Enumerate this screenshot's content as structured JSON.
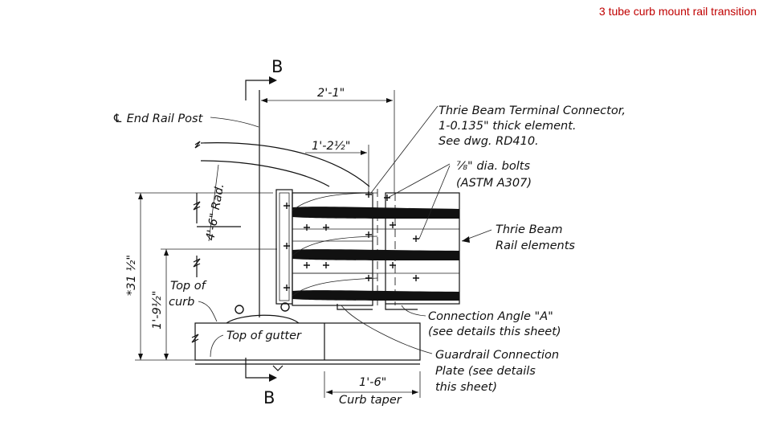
{
  "slide": {
    "title": "3 tube curb mount rail transition"
  },
  "diagram": {
    "section_markers": {
      "top": "B",
      "bottom": "B"
    },
    "dimensions": {
      "width_total": "2'-1\"",
      "width_partial": "1'-2½\"",
      "radius": "4'-6\" Rad.",
      "height_total": "*31 ½\"",
      "height_curb": "1'-9½\"",
      "curb_taper": "1'-6\""
    },
    "labels": {
      "end_rail_post": "℄ End Rail Post",
      "terminal_connector_1": "Thrie Beam Terminal Connector,",
      "terminal_connector_2": "1-0.135\" thick element.",
      "terminal_connector_3": "See dwg. RD410.",
      "bolts_1": "⅞\" dia. bolts",
      "bolts_2": "(ASTM A307)",
      "thrie_rail_1": "Thrie Beam",
      "thrie_rail_2": "Rail elements",
      "top_of_curb_1": "Top of",
      "top_of_curb_2": "curb",
      "top_of_gutter": "Top of gutter",
      "connection_angle_1": "Connection Angle \"A\"",
      "connection_angle_2": "(see details this sheet)",
      "guardrail_plate_1": "Guardrail Connection",
      "guardrail_plate_2": "Plate (see details",
      "guardrail_plate_3": "this sheet)",
      "curb_taper_label": "Curb taper"
    }
  }
}
